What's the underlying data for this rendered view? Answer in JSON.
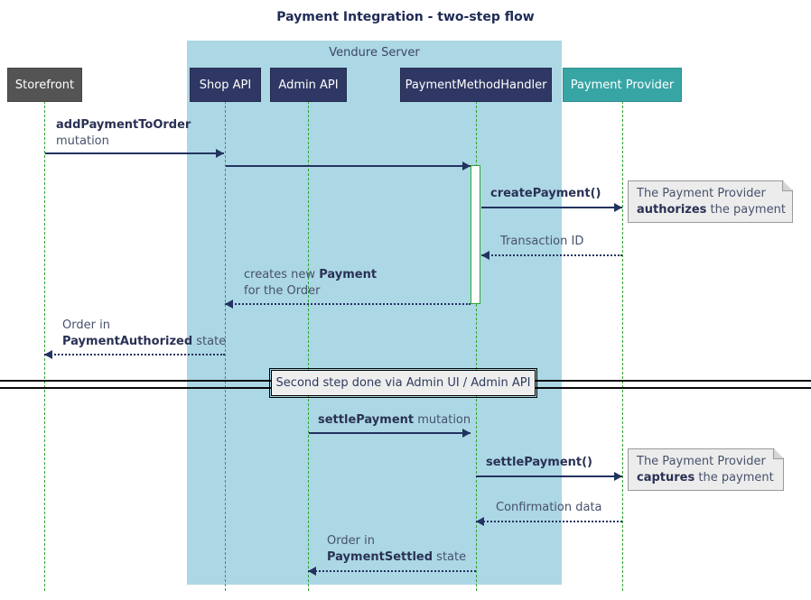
{
  "title": "Payment Integration - two-step flow",
  "container": {
    "label": "Vendure Server"
  },
  "participants": [
    {
      "id": "storefront",
      "label": "Storefront"
    },
    {
      "id": "shop-api",
      "label": "Shop API"
    },
    {
      "id": "admin-api",
      "label": "Admin API"
    },
    {
      "id": "payment-method-handler",
      "label": "PaymentMethodHandler"
    },
    {
      "id": "payment-provider",
      "label": "Payment Provider"
    }
  ],
  "messages": {
    "add_payment": {
      "bold": "addPaymentToOrder",
      "rest": "mutation"
    },
    "create_payment": {
      "label": "createPayment()"
    },
    "transaction_id": {
      "label": "Transaction ID"
    },
    "creates_payment": {
      "pre": "creates new ",
      "bold": "Payment",
      "line2": "for the Order"
    },
    "order_authorized": {
      "line1": "Order in",
      "bold": "PaymentAuthorized",
      "rest": " state"
    },
    "settle_payment_mutation": {
      "bold": "settlePayment",
      "rest": " mutation"
    },
    "settle_payment_call": {
      "label": "settlePayment()"
    },
    "confirmation": {
      "label": "Confirmation data"
    },
    "order_settled": {
      "line1": "Order in",
      "bold": "PaymentSettled",
      "rest": " state"
    }
  },
  "divider": {
    "label": "Second step done via Admin UI / Admin API"
  },
  "notes": {
    "authorize": {
      "line1": "The Payment Provider",
      "bold": "authorizes",
      "rest": " the payment"
    },
    "capture": {
      "line1": "The Payment Provider",
      "bold": "captures",
      "rest": " the payment"
    }
  },
  "colors": {
    "title_text": "#1f2b56",
    "navy_box": "#2f3864",
    "gray_box": "#545454",
    "teal_box": "#38a5a5",
    "container_bg": "#acd7e5",
    "lifeline_green": "#2fa42f",
    "arrow_navy": "#22335f",
    "note_bg": "#ececec",
    "divider_bg": "#eeeeee"
  }
}
